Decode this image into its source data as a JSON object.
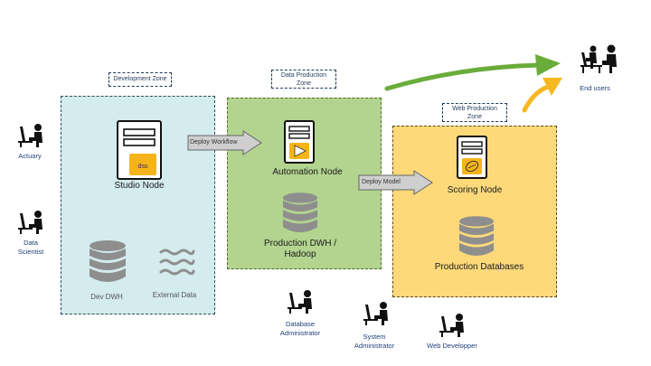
{
  "zones": {
    "development": {
      "label": "Development Zone",
      "color": "#d4ecee"
    },
    "data_production": {
      "label": "Data Production Zone",
      "color": "#b2d48f"
    },
    "web_production": {
      "label": "Web Production Zone",
      "color": "#fdd97a"
    }
  },
  "nodes": {
    "studio": "Studio Node",
    "automation": "Automation Node",
    "scoring": "Scoring Node",
    "dev_dwh": "Dev DWH",
    "external_data": "External Data",
    "production_dwh": "Production DWH / Hadoop",
    "production_db": "Production Databases"
  },
  "arrows": {
    "deploy_workflow": "Deploy Workflow",
    "deploy_model": "Deploy Model"
  },
  "people": {
    "actuary": "Actuary",
    "data_scientist": "Data Scientist",
    "database_admin": "Database Administrator",
    "system_admin": "System Administrator",
    "web_developer": "Web Developper",
    "end_users": "End users"
  },
  "badges": {
    "dss": "dss"
  },
  "colors": {
    "green_arrow": "#6aac3a",
    "yellow_arrow": "#f5b820",
    "person_label": "#1f3f7a"
  }
}
